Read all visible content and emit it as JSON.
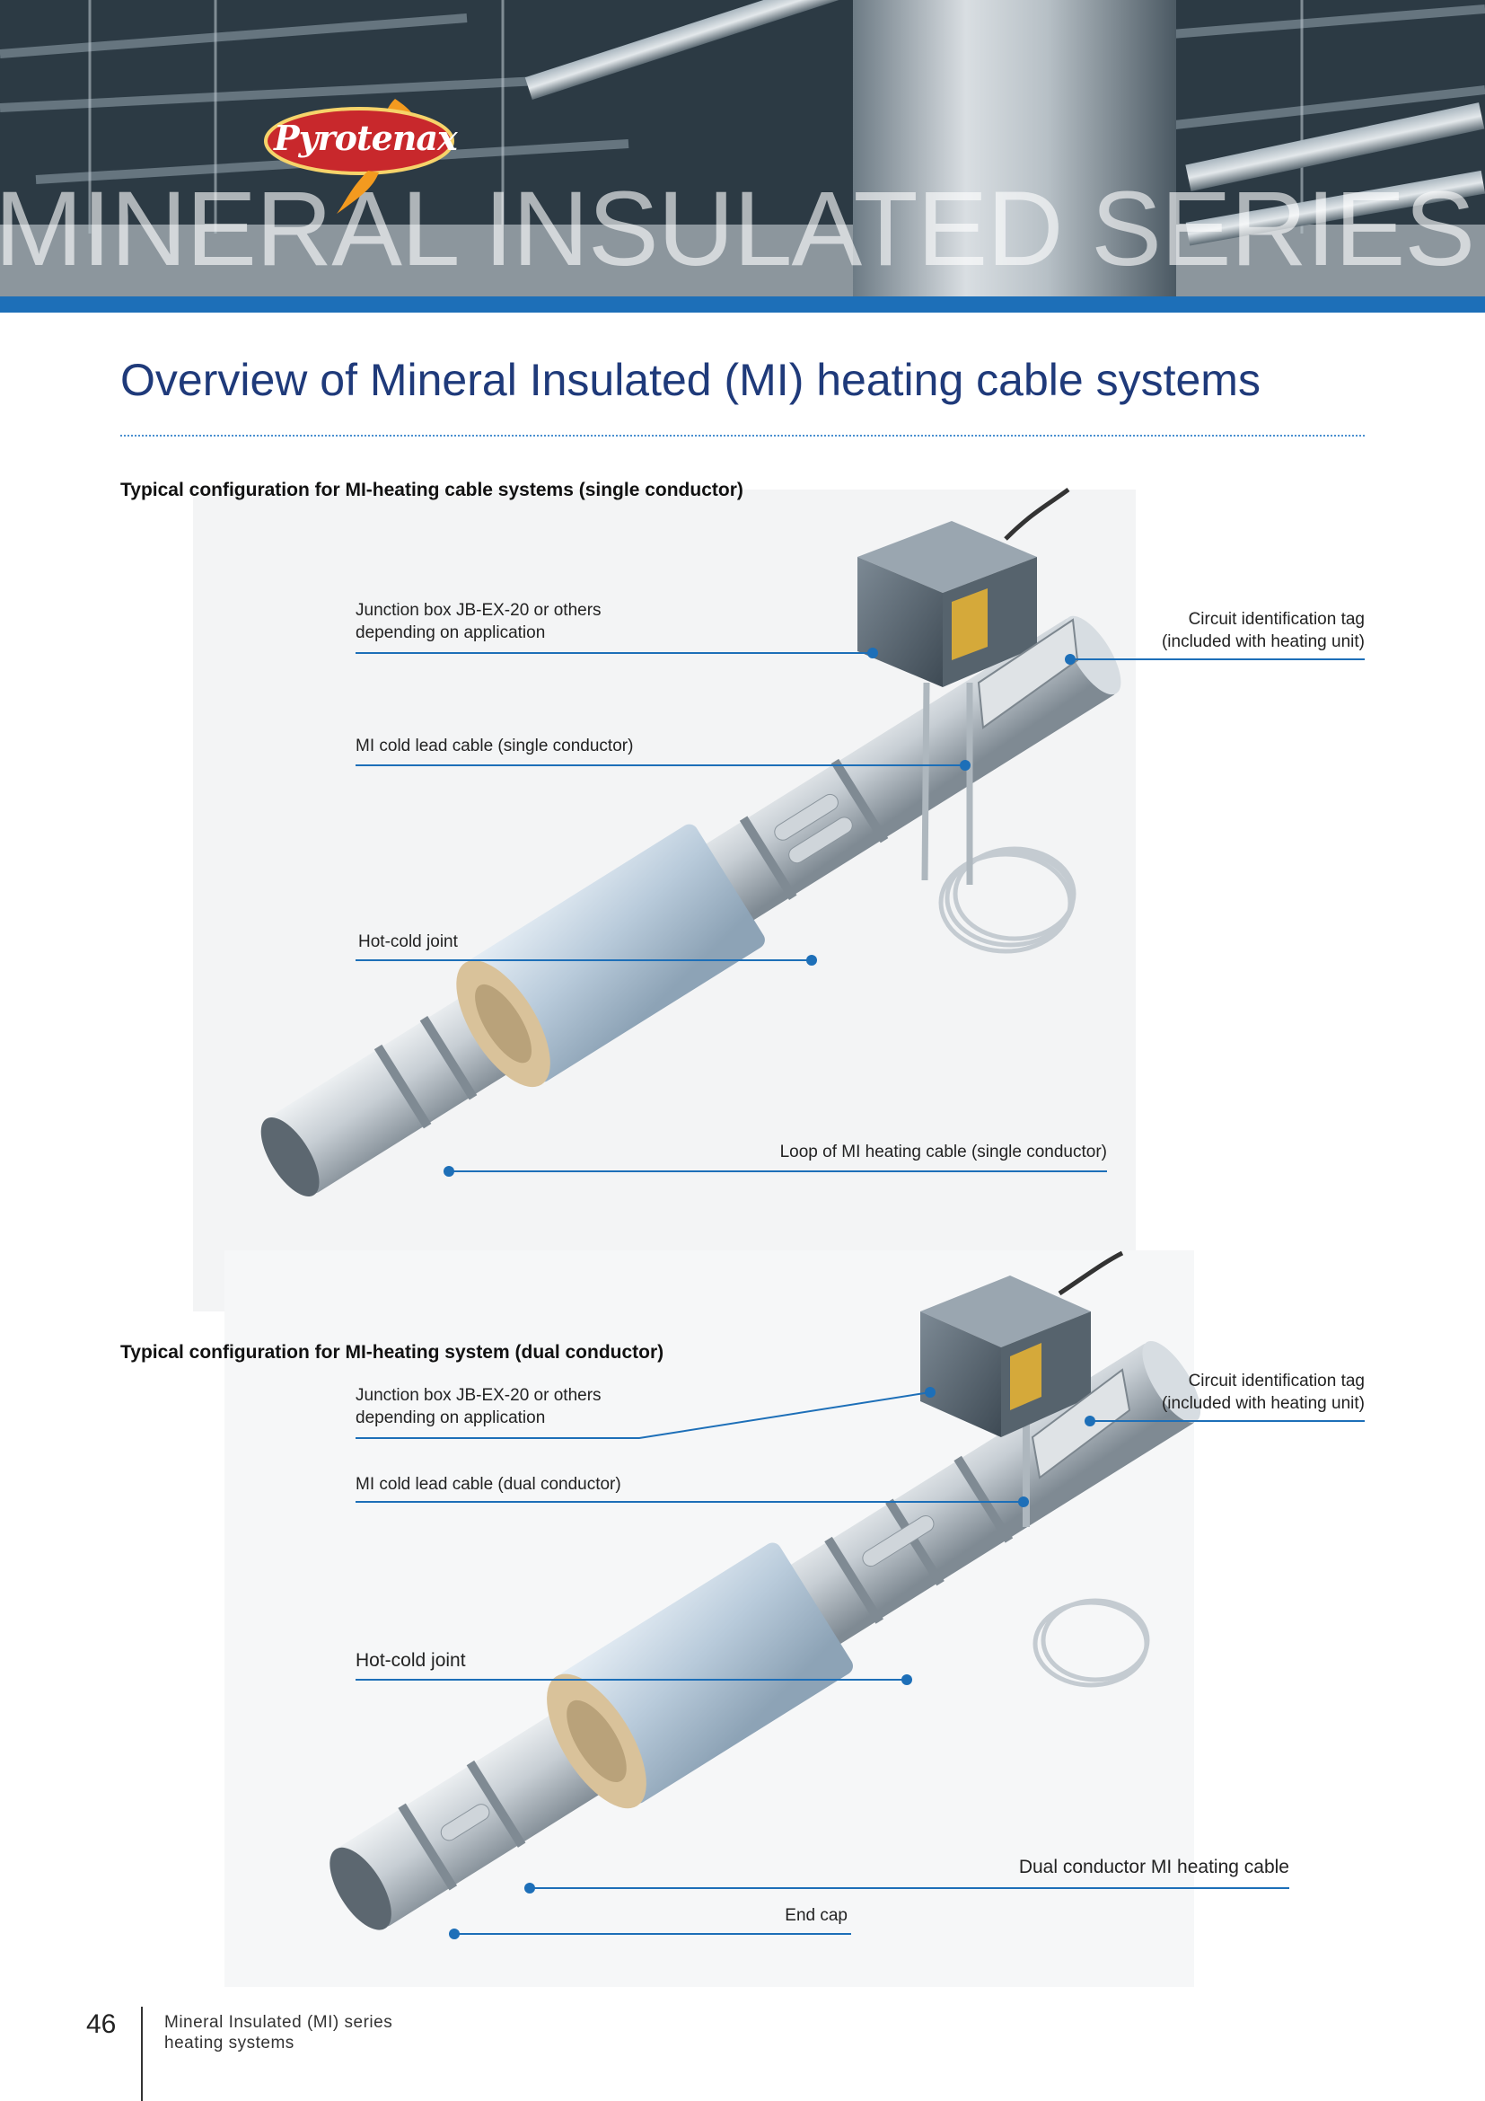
{
  "header": {
    "banner_title": "MINERAL INSULATED SERIES HEA",
    "brand": "Pyrotenax"
  },
  "page_title": "Overview of Mineral Insulated (MI) heating cable systems",
  "section1": {
    "heading": "Typical configuration for MI-heating cable systems (single conductor)",
    "labels": {
      "junction_line1": "Junction box JB-EX-20 or others",
      "junction_line2": "depending on application",
      "tag_line1": "Circuit identification tag",
      "tag_line2": "(included with heating unit)",
      "cold_lead": "MI cold lead cable (single conductor)",
      "hot_cold": "Hot-cold joint",
      "loop": "Loop of MI heating cable (single conductor)"
    }
  },
  "section2": {
    "heading": "Typical configuration for MI-heating system (dual conductor)",
    "labels": {
      "junction_line1": "Junction box JB-EX-20 or others",
      "junction_line2": "depending on application",
      "tag_line1": "Circuit identification tag",
      "tag_line2": "(included with heating unit)",
      "cold_lead": "MI cold lead cable (dual conductor)",
      "hot_cold": "Hot-cold joint",
      "dual_cable": "Dual conductor MI heating cable",
      "end_cap": "End cap"
    }
  },
  "footer": {
    "page_number": "46",
    "text_line1": "Mineral Insulated (MI) series",
    "text_line2": "heating systems"
  },
  "colors": {
    "accent_blue": "#1d6fb8",
    "title_blue": "#1f3a7a"
  }
}
